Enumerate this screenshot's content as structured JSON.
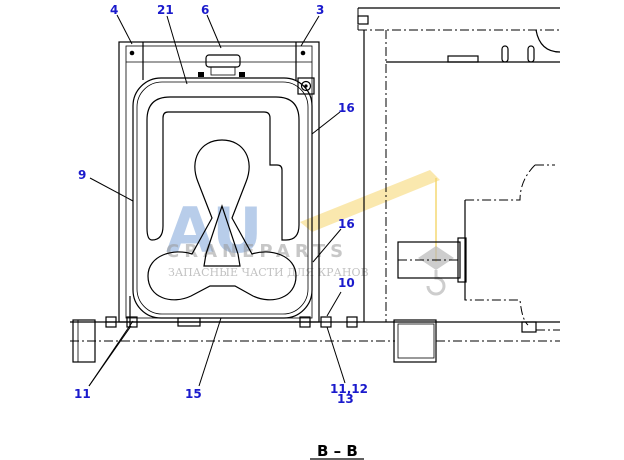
{
  "callouts": {
    "c4": "4",
    "c21": "21",
    "c6": "6",
    "c3": "3",
    "c16a": "16",
    "c9": "9",
    "c16b": "16",
    "c10": "10",
    "c11": "11",
    "c15": "15",
    "c1112": "11,12",
    "c13": "13"
  },
  "section_label": "B – B",
  "watermark": {
    "main": "AU",
    "sub": "CRANEPARTS",
    "tagline": "ЗАПАСНЫЕ ЧАСТИ ДЛЯ КРАНОВ"
  },
  "colors": {
    "callout": "#1a1acc",
    "watermark_blue": "#7fa6d9",
    "watermark_yellow": "#f5d66b",
    "line": "#000000"
  }
}
